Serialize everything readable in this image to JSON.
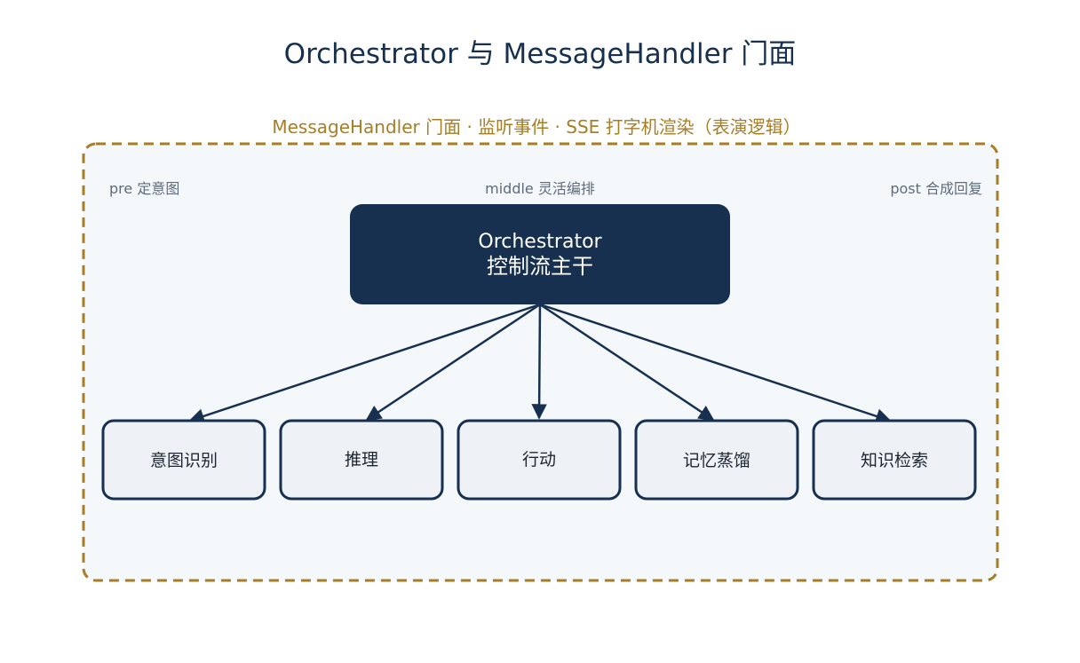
{
  "title": "Orchestrator 与 MessageHandler 门面",
  "facade": {
    "label": "MessageHandler 门面 · 监听事件 · SSE 打字机渲染（表演逻辑）"
  },
  "phases": {
    "pre": "pre 定意图",
    "middle": "middle 灵活编排",
    "post": "post 合成回复"
  },
  "orchestrator": {
    "line1": "Orchestrator",
    "line2": "控制流主干"
  },
  "modules": [
    {
      "label": "意图识别"
    },
    {
      "label": "推理"
    },
    {
      "label": "行动"
    },
    {
      "label": "记忆蒸馏"
    },
    {
      "label": "知识检索"
    }
  ],
  "colors": {
    "navy": "#17304f",
    "gold": "#a77d25",
    "panel": "#f5f8fb",
    "module_fill": "#eef2f7"
  }
}
